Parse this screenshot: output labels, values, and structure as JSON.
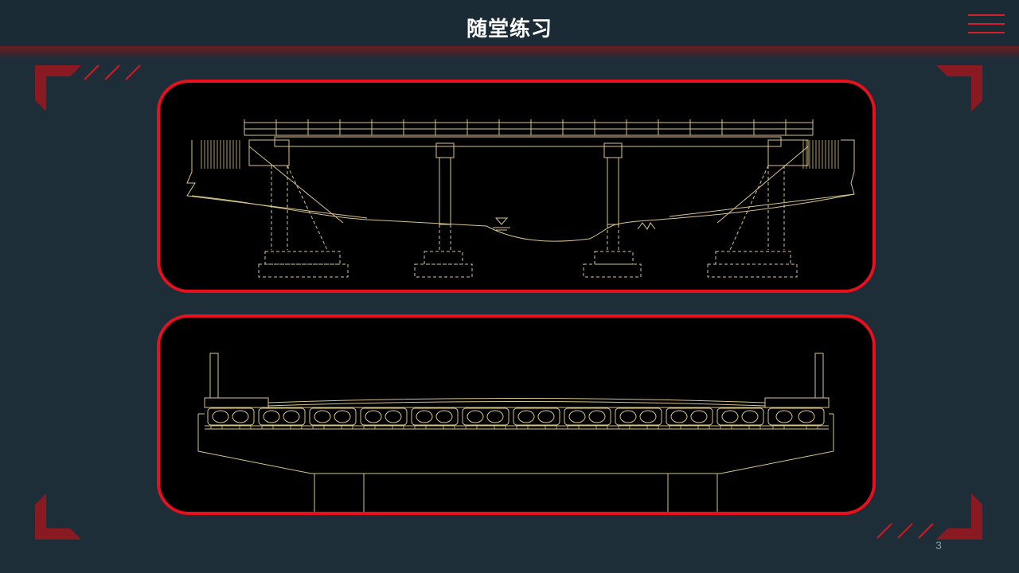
{
  "slide": {
    "title": "随堂练习",
    "page_number": "3"
  },
  "colors": {
    "background": "#1d2e38",
    "accent_red": "#e8101c",
    "drawing_line": "#d9c48c"
  },
  "icons": {
    "menu": "hamburger-menu-icon",
    "water_level": "water-level-marker-icon"
  },
  "drawings": {
    "top": "bridge-elevation-drawing",
    "bottom": "bridge-cross-section-drawing"
  }
}
